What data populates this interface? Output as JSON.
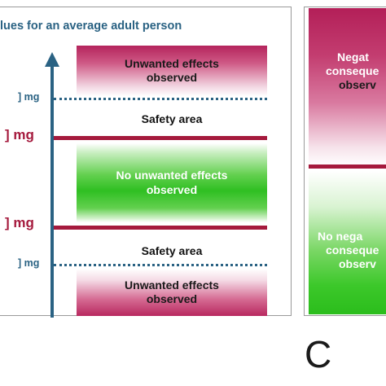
{
  "left_panel": {
    "title": "lues for an average adult person",
    "bands": {
      "top_unwanted": [
        "Unwanted effects",
        "observed"
      ],
      "safety_top": "Safety area",
      "no_unwanted": [
        "No unwanted effects",
        "observed"
      ],
      "safety_bottom": "Safety area",
      "bottom_unwanted": [
        "Unwanted effects",
        "observed"
      ]
    },
    "labels": {
      "dotted_top": "] mg",
      "solid_top": "] mg",
      "solid_bottom": "] mg",
      "dotted_bottom": "] mg"
    }
  },
  "right_panel": {
    "top_text": [
      "Negat",
      "conseque",
      "observ"
    ],
    "bottom_text": [
      "No nega",
      "conseque",
      "observ"
    ]
  },
  "panel_letter": "C",
  "colors": {
    "title_blue": "#2a6283",
    "threshold_red": "#a51a3d",
    "unwanted_magenta": "#b4245c",
    "safe_green": "#2fbf22"
  }
}
